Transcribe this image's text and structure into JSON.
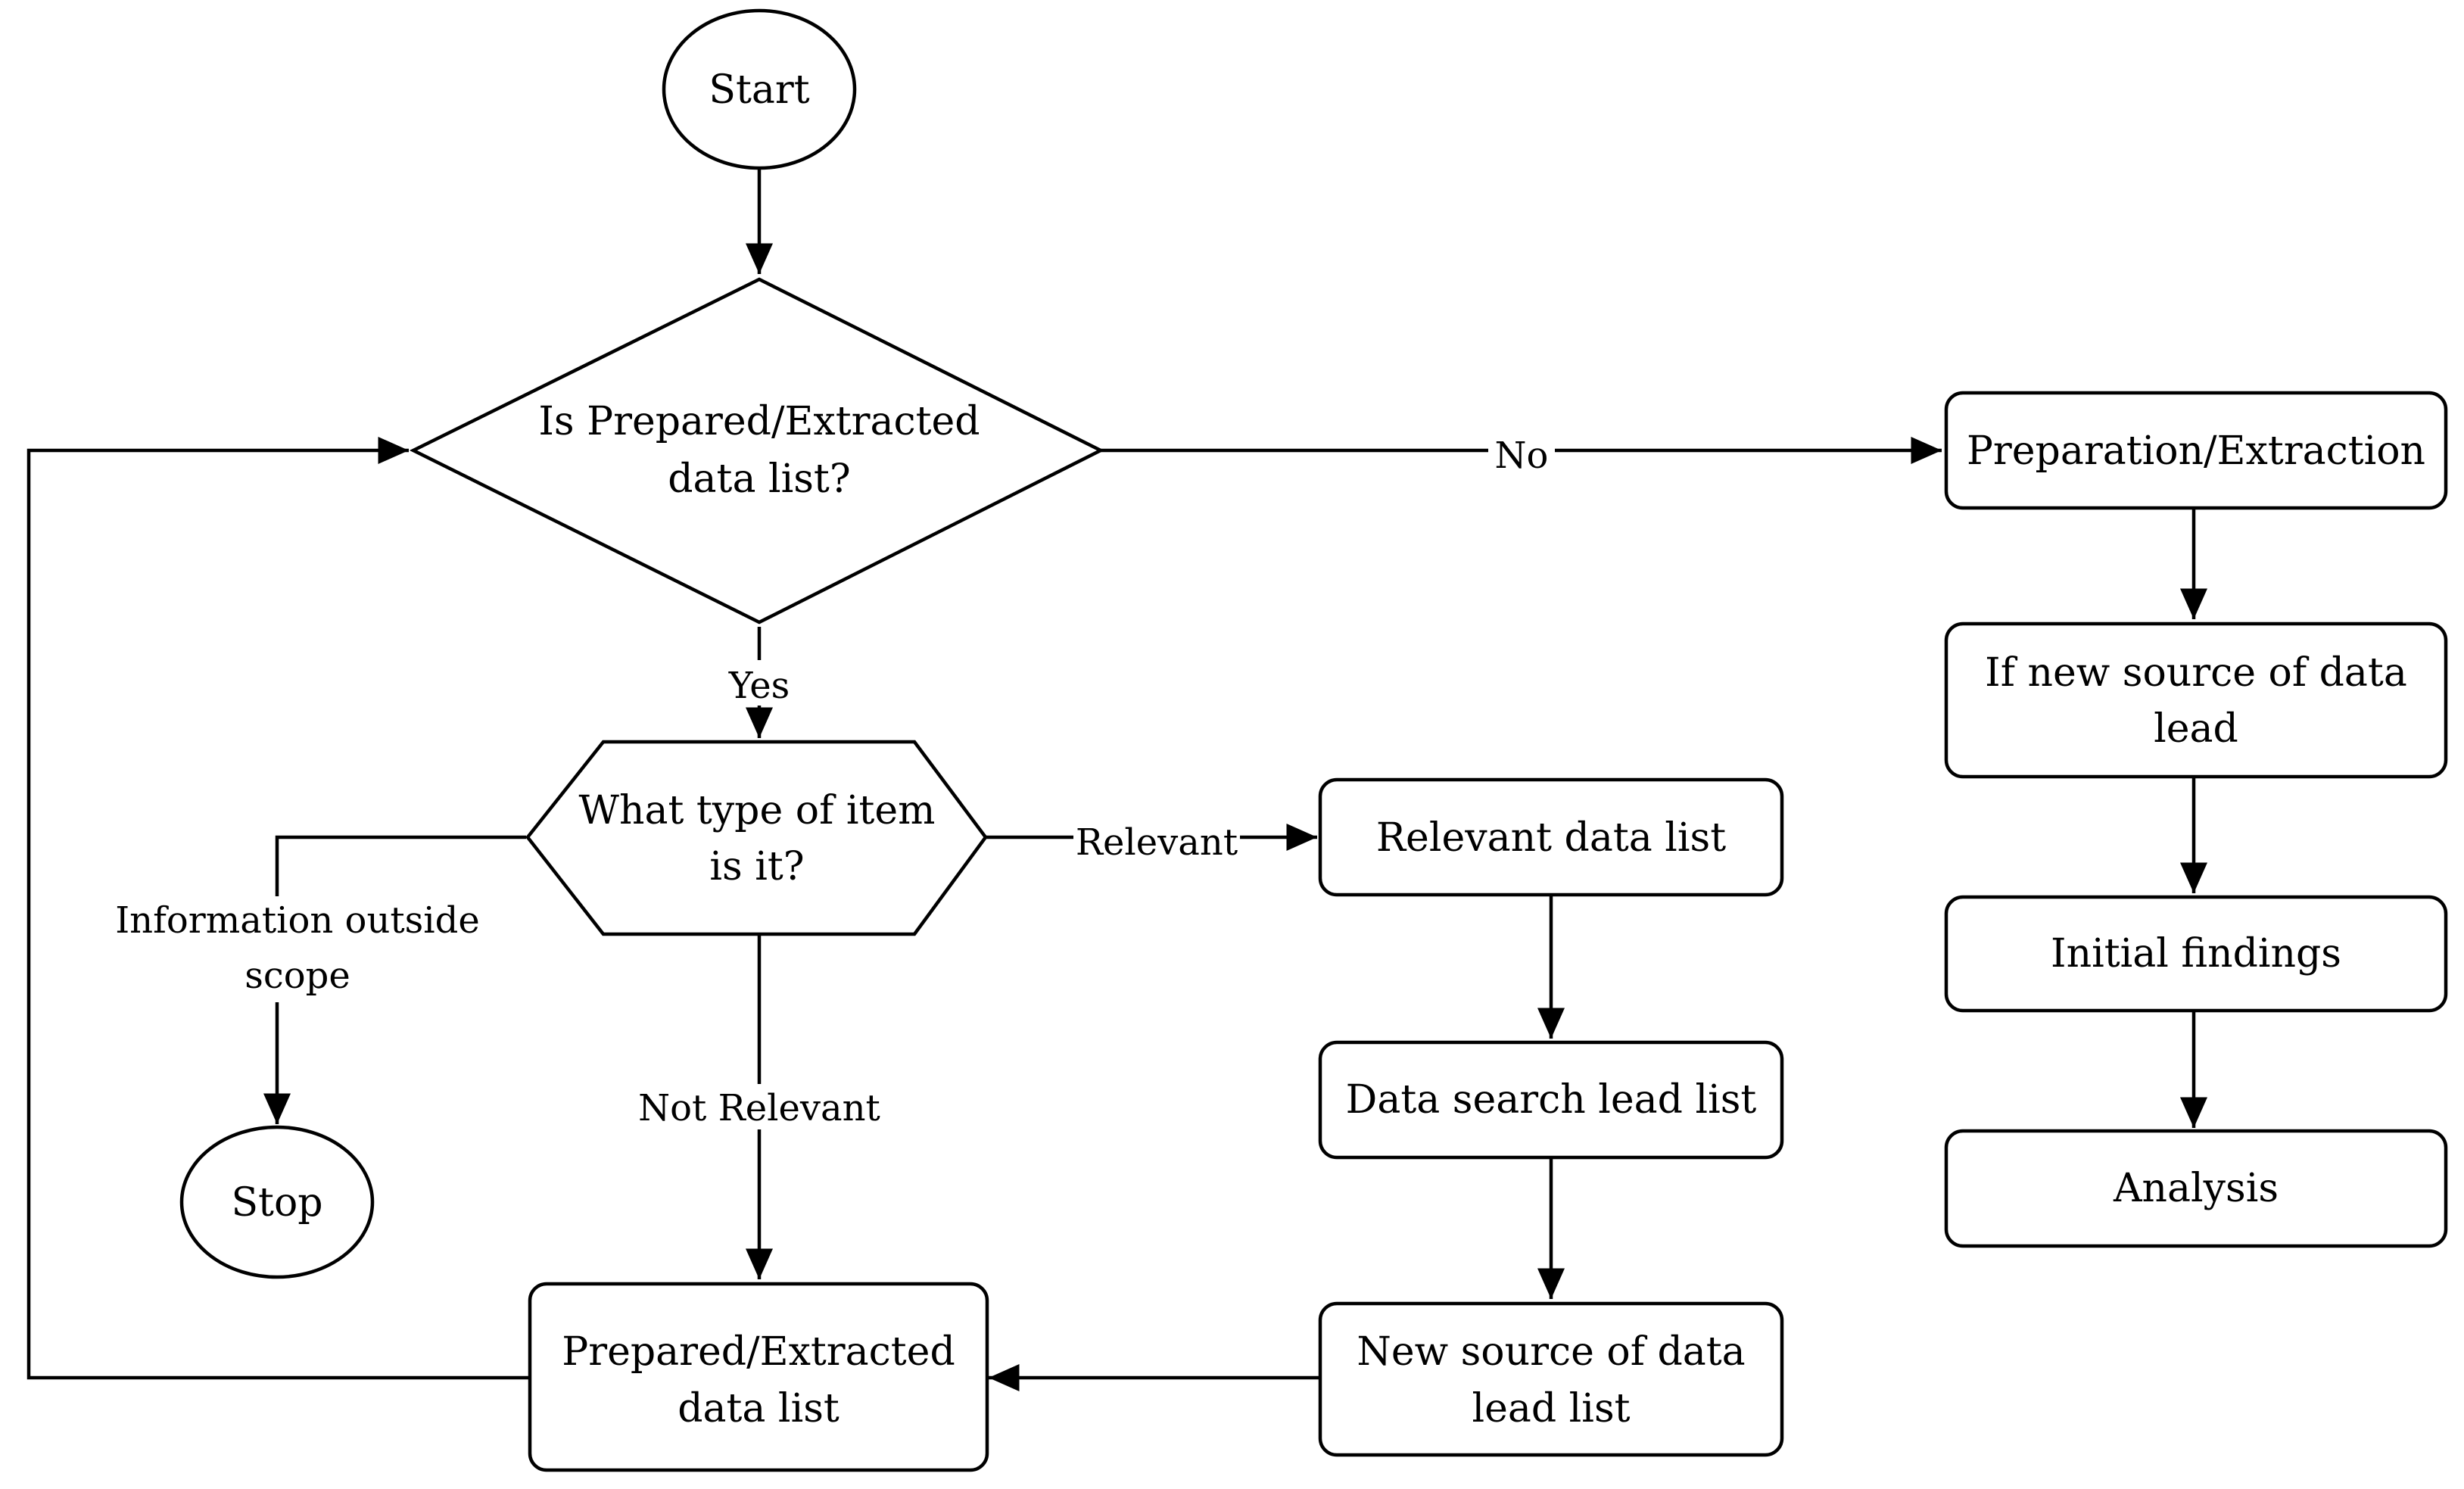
{
  "nodes": {
    "start": {
      "label": "Start"
    },
    "decision_prepared": {
      "line1": "Is Prepared/Extracted",
      "line2": "data list?"
    },
    "decision_type": {
      "line1": "What type of item",
      "line2": "is it?"
    },
    "stop": {
      "label": "Stop"
    },
    "prepared_list": {
      "line1": "Prepared/Extracted",
      "line2": "data list"
    },
    "relevant_list": {
      "label": "Relevant data list"
    },
    "search_lead_list": {
      "label": "Data search lead list"
    },
    "new_source_lead_list": {
      "line1": "New source of data",
      "line2": "lead list"
    },
    "preparation_extraction": {
      "label": "Preparation/Extraction"
    },
    "if_new_source": {
      "line1": "If new source of data",
      "line2": "lead"
    },
    "initial_findings": {
      "label": "Initial findings"
    },
    "analysis": {
      "label": "Analysis"
    }
  },
  "edges": {
    "no": "No",
    "yes": "Yes",
    "relevant": "Relevant",
    "not_relevant": "Not Relevant",
    "outside_scope_line1": "Information outside",
    "outside_scope_line2": "scope"
  }
}
